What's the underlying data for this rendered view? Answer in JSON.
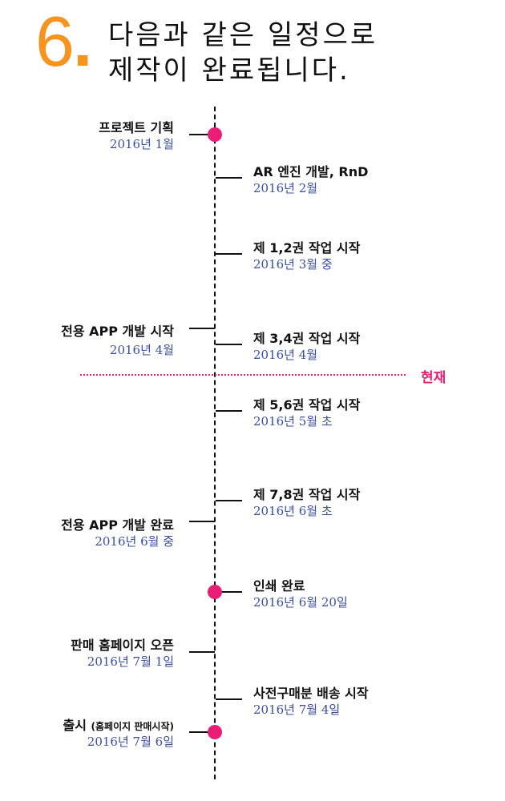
{
  "header": {
    "number": "6",
    "number_dot": ".",
    "line1": "다음과 같은 일정으로",
    "line2": "제작이 완료됩니다."
  },
  "now_marker": {
    "label": "현재",
    "color": "#e8206e"
  },
  "colors": {
    "accent": "#f7941d",
    "dot": "#e81e75",
    "date": "#3a4f9e"
  },
  "events": [
    {
      "side": "left",
      "title": "프로젝트 기획",
      "date": "2016년 1월",
      "milestone": true
    },
    {
      "side": "right",
      "title": "AR 엔진 개발, RnD",
      "date": "2016년 2월",
      "milestone": false
    },
    {
      "side": "right",
      "title": "제 1,2권 작업 시작",
      "date": "2016년 3월 중",
      "milestone": false
    },
    {
      "side": "left",
      "title": "전용 APP 개발 시작",
      "date": "2016년 4월",
      "milestone": false
    },
    {
      "side": "right",
      "title": "제 3,4권 작업 시작",
      "date": "2016년 4월",
      "milestone": false
    },
    {
      "side": "right",
      "title": "제 5,6권 작업 시작",
      "date": "2016년 5월 초",
      "milestone": false
    },
    {
      "side": "right",
      "title": "제 7,8권 작업 시작",
      "date": "2016년 6월 초",
      "milestone": false
    },
    {
      "side": "left",
      "title": "전용 APP 개발 완료",
      "date": "2016년 6월 중",
      "milestone": false
    },
    {
      "side": "right",
      "title": "인쇄 완료",
      "date": "2016년 6월 20일",
      "milestone": true
    },
    {
      "side": "left",
      "title": "판매 홈페이지 오픈",
      "date": "2016년 7월 1일",
      "milestone": false
    },
    {
      "side": "right",
      "title": "사전구매분 배송 시작",
      "date": "2016년 7월 4일",
      "milestone": false
    },
    {
      "side": "left",
      "title": "출시",
      "title_note": "(홈페이지 판매시작)",
      "date": "2016년 7월 6일",
      "milestone": true
    }
  ]
}
